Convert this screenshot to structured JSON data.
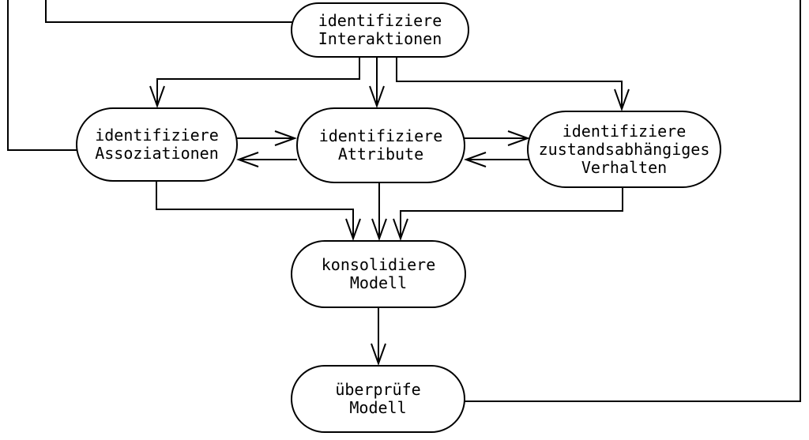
{
  "diagram": {
    "type": "flowchart",
    "language": "de",
    "colors": {
      "background": "#ffffff",
      "line": "#000000",
      "text": "#000000"
    },
    "nodes": {
      "interaktionen": {
        "lines": [
          "identifiziere",
          "Interaktionen"
        ]
      },
      "assoziationen": {
        "lines": [
          "identifiziere",
          "Assoziationen"
        ]
      },
      "attribute": {
        "lines": [
          "identifiziere",
          "Attribute"
        ]
      },
      "verhalten": {
        "lines": [
          "identifiziere",
          "zustandsabhängiges",
          "Verhalten"
        ]
      },
      "konsolidiere": {
        "lines": [
          "konsolidiere",
          "Modell"
        ]
      },
      "ueberpruefe": {
        "lines": [
          "überprüfe",
          "Modell"
        ]
      }
    },
    "edges": [
      "offscreen-top-left to assoziationen",
      "offscreen-top-left to interaktionen",
      "interaktionen to assoziationen",
      "interaktionen to attribute",
      "interaktionen to verhalten",
      "assoziationen to attribute (bidirectional)",
      "attribute to verhalten (bidirectional)",
      "assoziationen to konsolidiere",
      "attribute to konsolidiere",
      "verhalten to konsolidiere",
      "konsolidiere to ueberpruefe",
      "ueberpruefe to offscreen-top-right"
    ]
  }
}
